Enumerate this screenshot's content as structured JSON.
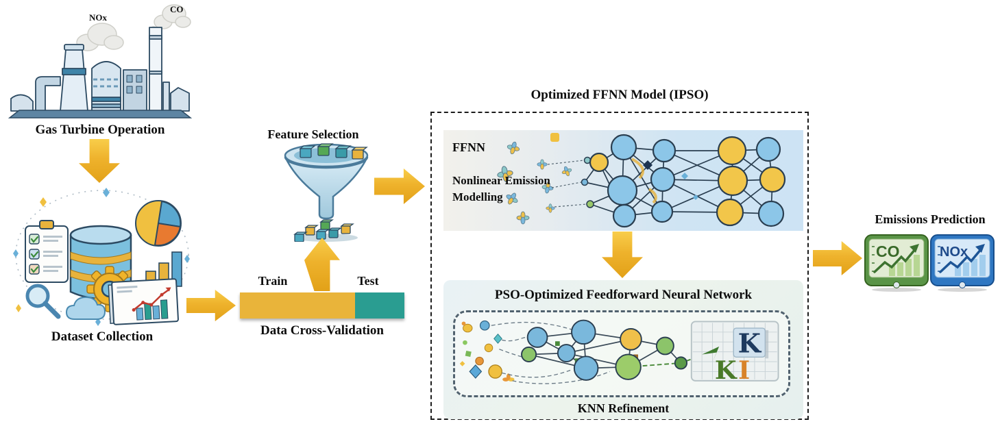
{
  "pipeline": {
    "gas_turbine": {
      "caption": "Gas Turbine Operation",
      "emission_labels": [
        "NOx",
        "CO"
      ]
    },
    "dataset": {
      "caption": "Dataset Collection"
    },
    "feature_selection": {
      "caption": "Feature Selection"
    },
    "cross_validation": {
      "caption": "Data Cross-Validation",
      "train_label": "Train",
      "test_label": "Test",
      "train_fraction": 0.7
    },
    "ffnn_box": {
      "title": "Optimized FFNN Model (IPSO)",
      "ffnn_label": "FFNN",
      "ffnn_subtitle": "Nonlinear Emission Modelling",
      "pso_title": "PSO-Optimized Feedforward Neural Network",
      "knn_caption": "KNN Refinement",
      "knn_icon_letters": {
        "k_top": "K",
        "k_bottom": "K",
        "i": "I"
      }
    },
    "emissions": {
      "caption": "Emissions Prediction",
      "monitors": [
        {
          "label": "CO",
          "accent": "#5a9447"
        },
        {
          "label": "NOx",
          "accent": "#2f77c2"
        }
      ]
    }
  },
  "colors": {
    "flow_arrow": "#eeb22c",
    "train_bar": "#e9b43a",
    "test_bar": "#2a9d91",
    "node_blue": "#7ab8dc",
    "node_yellow": "#f0c04a",
    "node_green": "#8cc46a",
    "ffnn_panel_blue": "#cfe4f3"
  }
}
